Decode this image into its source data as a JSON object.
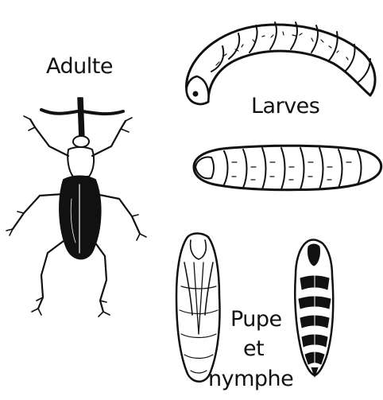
{
  "labels": {
    "adult": "Adulte",
    "larvae": "Larves",
    "pupa_line1": "Pupe",
    "pupa_line2": "et",
    "pupa_line3": "nymphe"
  },
  "colors": {
    "ink": "#111111",
    "background": "#ffffff"
  }
}
